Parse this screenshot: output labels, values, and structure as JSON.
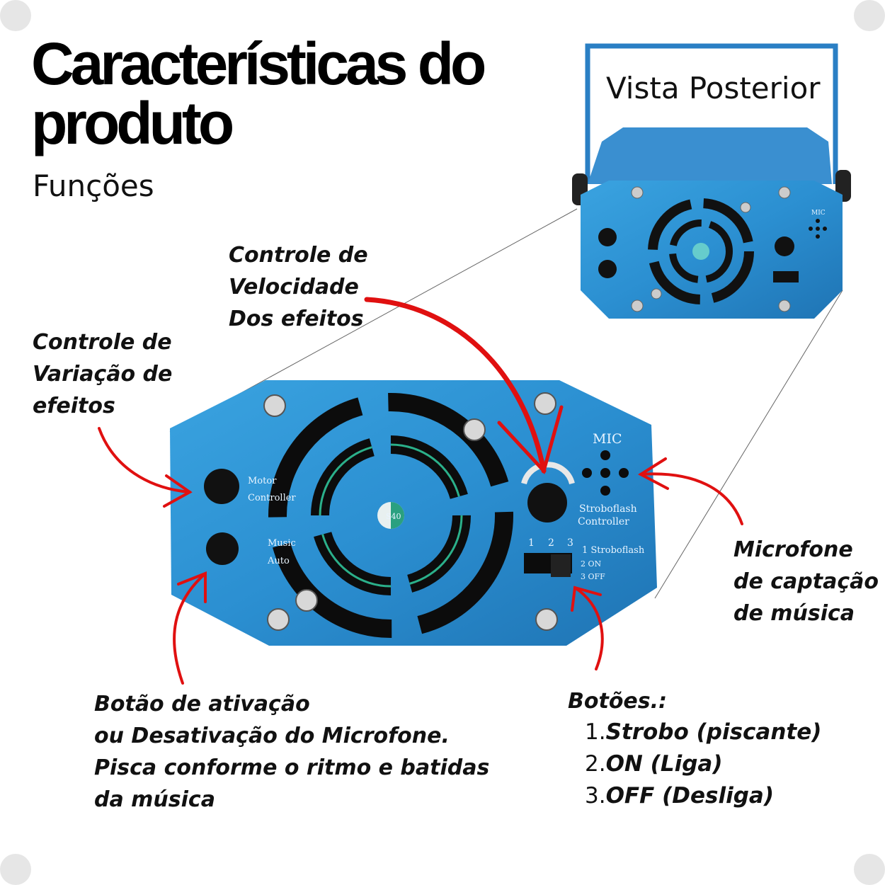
{
  "header": {
    "title_line1": "Características do",
    "title_line2": "produto",
    "subtitle": "Funções"
  },
  "rear_view": {
    "label": "Vista Posterior",
    "mic_label": "MIC"
  },
  "panel": {
    "motor_label_1": "Motor",
    "motor_label_2": "Controller",
    "music_label": "Music",
    "auto_label": "Auto",
    "mic_label": "MIC",
    "strobo_label_1": "Stroboflash",
    "strobo_label_2": "Controller",
    "switch_positions": [
      "1",
      "2",
      "3"
    ],
    "switch_legend": [
      "1 Stroboflash",
      "2 ON",
      "3 OFF"
    ],
    "fan_label": "S40"
  },
  "callouts": {
    "speed": [
      "Controle de",
      "Velocidade",
      "Dos efeitos"
    ],
    "variation": [
      "Controle de",
      "Variação de",
      "efeitos"
    ],
    "microphone": [
      "Microfone",
      "de captação",
      "de música"
    ],
    "activation": [
      "Botão de ativação",
      "ou Desativação do Microfone.",
      "Pisca conforme o ritmo e batidas",
      "da música"
    ],
    "buttons_title": "Botões.:",
    "buttons": [
      {
        "num": "1.",
        "text": "Strobo (piscante)"
      },
      {
        "num": "2.",
        "text": "ON (Liga)"
      },
      {
        "num": "3.",
        "text": "OFF (Desliga)"
      }
    ]
  },
  "colors": {
    "panel": "#2a8fd0",
    "arrow": "#e01010"
  }
}
